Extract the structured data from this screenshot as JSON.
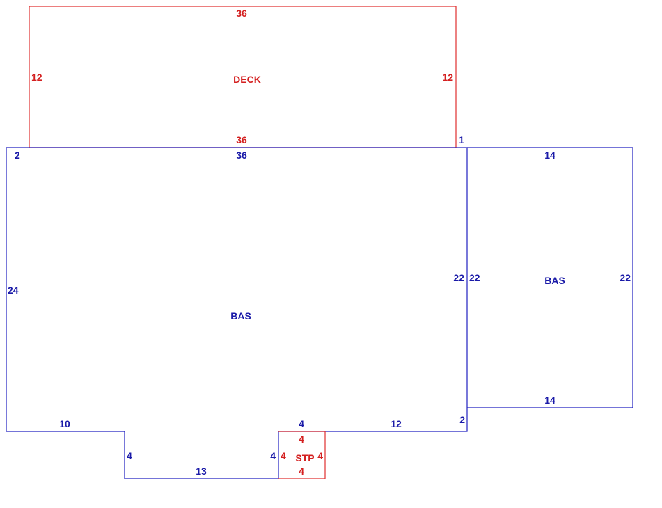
{
  "colors": {
    "deck": "#e03030",
    "bas": "#2020c0",
    "stp": "#e03030",
    "label_red": "#d42020",
    "label_blue": "#1a1aa8"
  },
  "areas": {
    "deck": {
      "name": "DECK",
      "dims": {
        "top": "36",
        "bottom": "36",
        "left": "12",
        "right": "12"
      }
    },
    "bas_main": {
      "name": "BAS",
      "dims": {
        "top": "36",
        "left": "24",
        "right": "22",
        "corner_top_left": "2",
        "corner_bottom_right": "2",
        "bottom_left": "10",
        "step_left": "4",
        "bottom_middle": "13",
        "step_right": "4",
        "step_top": "4",
        "bottom_right": "12"
      }
    },
    "bas_side": {
      "name": "BAS",
      "dims": {
        "top": "14",
        "bottom": "14",
        "left": "22",
        "right": "22",
        "corner": "1"
      }
    },
    "stp": {
      "name": "STP",
      "dims": {
        "top": "4",
        "bottom": "4",
        "left": "4",
        "right": "4"
      }
    }
  }
}
